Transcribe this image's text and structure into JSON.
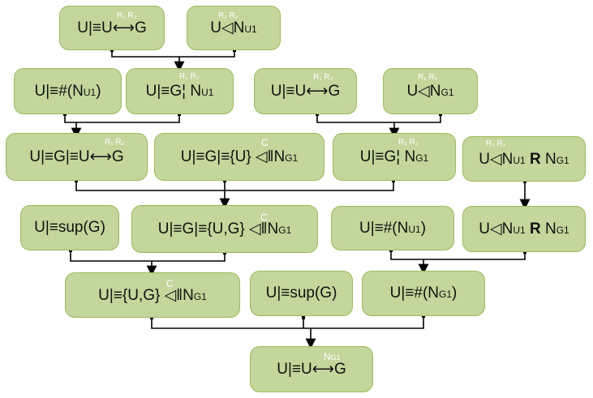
{
  "diagram": {
    "colors": {
      "node_fill": "#c3d69b",
      "node_border": "#9bbb59",
      "edge": "#000000",
      "sup_text": "#ffffff"
    },
    "nodes": [
      {
        "id": "n1",
        "main": "U|≡U⟷G",
        "sup": "R₁ R₂"
      },
      {
        "id": "n2",
        "main": "U◁N",
        "sub": "U1",
        "sup": "R₁ R₂"
      },
      {
        "id": "n3",
        "main": "U|≡#(N",
        "sub": "U1",
        "tail": ")"
      },
      {
        "id": "n4",
        "main": "U|≡G¦ N",
        "sub": "U1",
        "sup": "R₁ R₂"
      },
      {
        "id": "n5",
        "main": "U|≡U⟷G",
        "sup": "R₁ R₂"
      },
      {
        "id": "n6",
        "main": "U◁N",
        "sub": "G1",
        "sup": "R₁ R₂"
      },
      {
        "id": "n7",
        "main": "U|≡G|≡U⟷G",
        "sup": "R₁ R₂"
      },
      {
        "id": "n8",
        "main": "U|≡G|≡{U}",
        "mid": " ◁‖N",
        "sub": "G1",
        "sup": "C"
      },
      {
        "id": "n9",
        "main": "U|≡G¦ N",
        "sub": "G1",
        "sup": "R₁ R₂"
      },
      {
        "id": "n10",
        "main": "U◁N",
        "sub": "U1",
        "rel": "R",
        "main2": "N",
        "sub2": "G1",
        "sup": "R₁ R₂"
      },
      {
        "id": "n11",
        "main": "U|≡sup(G)"
      },
      {
        "id": "n12",
        "main": "U|≡G|≡{U,G}",
        "mid": " ◁‖N",
        "sub": "G1",
        "sup": "C"
      },
      {
        "id": "n13",
        "main": "U|≡#(N",
        "sub": "U1",
        "tail": ")"
      },
      {
        "id": "n14",
        "main": "U◁N",
        "sub": "U1",
        "rel": "R",
        "main2": "N",
        "sub2": "G1"
      },
      {
        "id": "n15",
        "main": "U|≡{U,G}",
        "mid": " ◁‖N",
        "sub": "G1",
        "sup": "C"
      },
      {
        "id": "n16",
        "main": "U|≡sup(G)"
      },
      {
        "id": "n17",
        "main": "U|≡#(N",
        "sub": "G1",
        "tail": ")"
      },
      {
        "id": "n18",
        "main": "U|≡U⟷G",
        "sup": "N",
        "supsub": "G1"
      }
    ]
  }
}
